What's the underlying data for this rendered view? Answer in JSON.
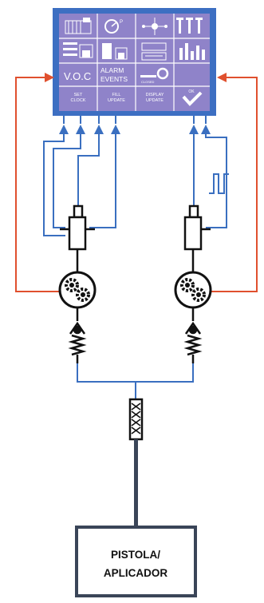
{
  "panel": {
    "voc_label": "V.O.C",
    "alarm_line1": "ALARM",
    "alarm_line2": "EVENTS",
    "closed_label": "CLOSED",
    "set_line1": "SET",
    "set_line2": "CLOCK",
    "fill_line1": "FILL",
    "fill_line2": "UPDATE",
    "display_line1": "DISPLAY",
    "display_line2": "UPDATE",
    "ok_label": "OK"
  },
  "output_box": {
    "line1": "PISTOLA/",
    "line2": "APLICADOR"
  },
  "colors": {
    "panel_frame": "#3d6fc2",
    "panel_screen": "#8f83c9",
    "control_line": "#3a6fc0",
    "feedback_line": "#e0502e",
    "component_stroke": "#111111",
    "pipe": "#3a4558"
  }
}
